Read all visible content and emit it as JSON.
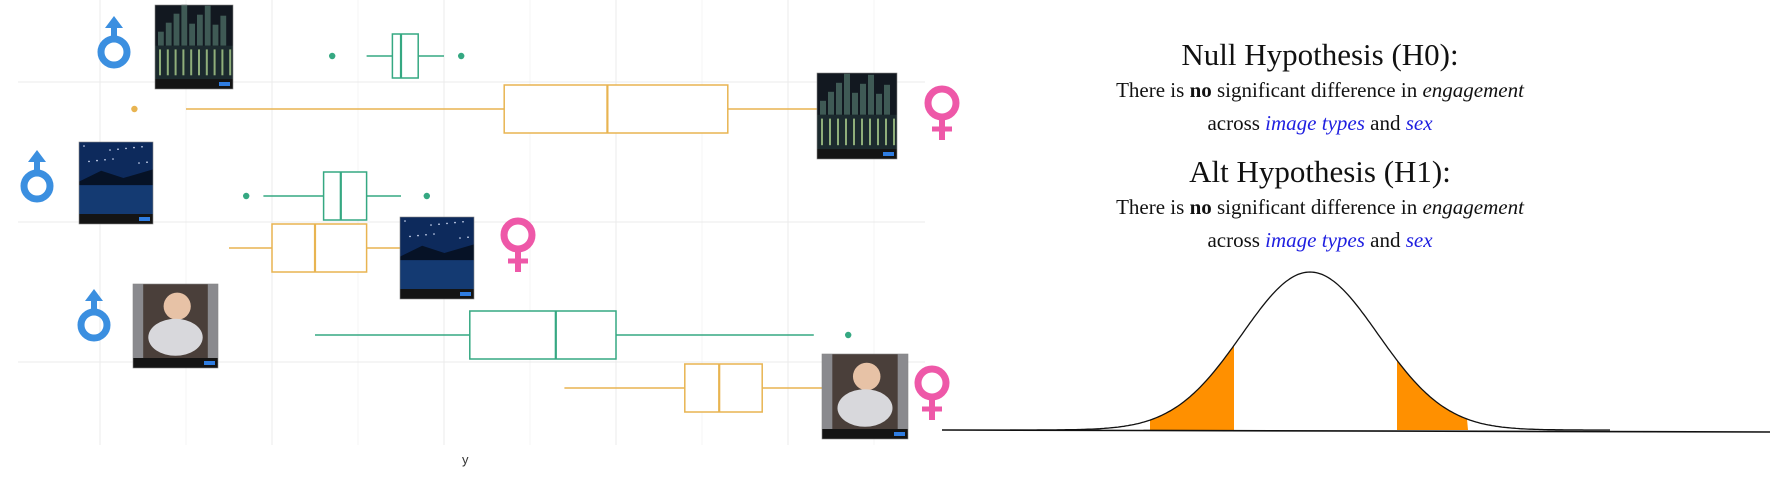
{
  "chart_data": {
    "type": "boxplot",
    "xlabel": "y",
    "ylabel": "",
    "xlim": [
      0,
      100
    ],
    "grid": true,
    "legend": "none",
    "colors": {
      "male": "#35a882",
      "female": "#e8b451"
    },
    "groups": [
      {
        "image": "city skyline at night",
        "male": {
          "whisker_low": 31,
          "q1": 34,
          "median": 35,
          "q3": 37,
          "whisker_high": 40,
          "outliers": [
            27,
            42
          ]
        },
        "female": {
          "whisker_low": 10,
          "q1": 47,
          "median": 59,
          "q3": 73,
          "whisker_high": 90,
          "outliers": [
            4
          ]
        }
      },
      {
        "image": "lake under starry night sky",
        "male": {
          "whisker_low": 19,
          "q1": 26,
          "median": 28,
          "q3": 31,
          "whisker_high": 35,
          "outliers": [
            17,
            38
          ]
        },
        "female": {
          "whisker_low": 15,
          "q1": 20,
          "median": 25,
          "q3": 31,
          "whisker_high": 41,
          "outliers": []
        }
      },
      {
        "image": "baby photo",
        "male": {
          "whisker_low": 25,
          "q1": 43,
          "median": 53,
          "q3": 60,
          "whisker_high": 83,
          "outliers": [
            87
          ]
        },
        "female": {
          "whisker_low": 54,
          "q1": 68,
          "median": 72,
          "q3": 77,
          "whisker_high": 89,
          "outliers": []
        }
      }
    ]
  },
  "hypotheses": {
    "null_title": "Null Hypothesis (H0):",
    "null_pre": "There is ",
    "null_bold": "no",
    "null_mid": " significant difference in ",
    "null_italic": "engagement",
    "null_line2_pre": "across ",
    "null_term1": "image types",
    "null_and": " and ",
    "null_term2": "sex",
    "alt_title": "Alt Hypothesis (H1):",
    "alt_pre": "There is ",
    "alt_bold": "no",
    "alt_mid": " significant difference in ",
    "alt_italic": "engagement",
    "alt_line2_pre": "across ",
    "alt_term1": "image types",
    "alt_and": " and ",
    "alt_term2": "sex"
  },
  "distribution": {
    "curve": "normal",
    "tail_color": "#ff9000",
    "tails": "two-sided"
  }
}
